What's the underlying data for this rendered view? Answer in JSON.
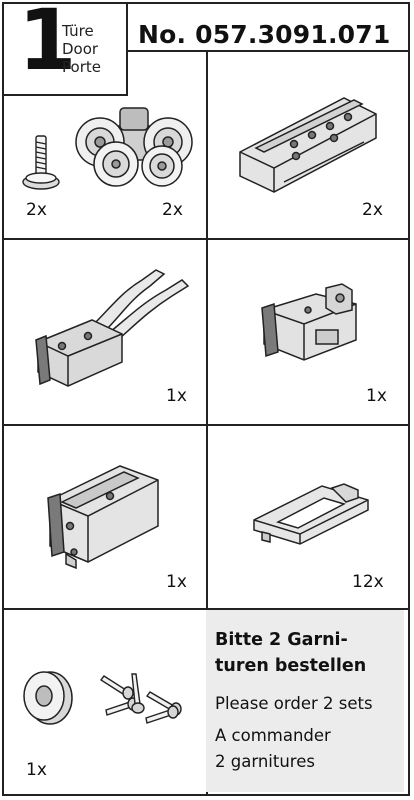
{
  "header": {
    "step_number": "1",
    "step_words": [
      "Türe",
      "Door",
      "Porte"
    ],
    "article_number": "No. 057.3091.071"
  },
  "parts": [
    {
      "name": "screw",
      "quantity": "2x"
    },
    {
      "name": "trolley-carriage",
      "quantity": "2x"
    },
    {
      "name": "ceiling-bracket",
      "quantity": "2x"
    },
    {
      "name": "retaining-clip",
      "quantity": "1x"
    },
    {
      "name": "end-stop",
      "quantity": "1x"
    },
    {
      "name": "guide-block",
      "quantity": "1x"
    },
    {
      "name": "connector-clip",
      "quantity": "12x"
    },
    {
      "name": "buffer-washer",
      "quantity": "1x"
    }
  ],
  "note": {
    "de_line1": "Bitte 2 Garni-",
    "de_line2": "turen bestellen",
    "en": "Please order 2 sets",
    "fr_line1": "A commander",
    "fr_line2": "2 garnitures"
  },
  "colors": {
    "line": "#222222",
    "note_background": "#ececec"
  }
}
